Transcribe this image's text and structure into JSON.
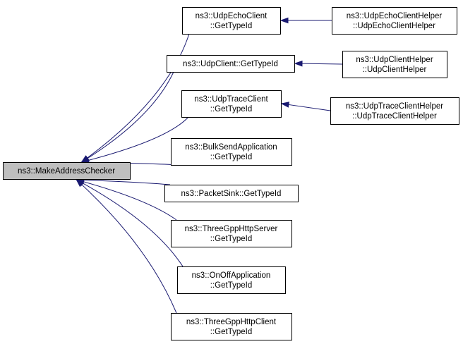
{
  "graph": {
    "title": "",
    "root_id": "make_address_checker",
    "colors": {
      "edge": "#191970",
      "root_fill": "#bfbfbf",
      "node_fill": "#ffffff",
      "node_border": "#000000"
    },
    "nodes": [
      {
        "id": "make_address_checker",
        "lines": [
          "ns3::MakeAddressChecker"
        ],
        "root": true
      },
      {
        "id": "udp_echo_client_gettypeid",
        "lines": [
          "ns3::UdpEchoClient",
          "::GetTypeId"
        ]
      },
      {
        "id": "udp_client_gettypeid",
        "lines": [
          "ns3::UdpClient::GetTypeId"
        ]
      },
      {
        "id": "udp_trace_client_gettypeid",
        "lines": [
          "ns3::UdpTraceClient",
          "::GetTypeId"
        ]
      },
      {
        "id": "bulk_send_application_gettypeid",
        "lines": [
          "ns3::BulkSendApplication",
          "::GetTypeId"
        ]
      },
      {
        "id": "packet_sink_gettypeid",
        "lines": [
          "ns3::PacketSink::GetTypeId"
        ]
      },
      {
        "id": "three_gpp_http_server_gettypeid",
        "lines": [
          "ns3::ThreeGppHttpServer",
          "::GetTypeId"
        ]
      },
      {
        "id": "on_off_application_gettypeid",
        "lines": [
          "ns3::OnOffApplication",
          "::GetTypeId"
        ]
      },
      {
        "id": "three_gpp_http_client_gettypeid",
        "lines": [
          "ns3::ThreeGppHttpClient",
          "::GetTypeId"
        ]
      },
      {
        "id": "udp_echo_client_helper",
        "lines": [
          "ns3::UdpEchoClientHelper",
          "::UdpEchoClientHelper"
        ]
      },
      {
        "id": "udp_client_helper",
        "lines": [
          "ns3::UdpClientHelper",
          "::UdpClientHelper"
        ]
      },
      {
        "id": "udp_trace_client_helper",
        "lines": [
          "ns3::UdpTraceClientHelper",
          "::UdpTraceClientHelper"
        ]
      }
    ],
    "edges": [
      {
        "from": "udp_echo_client_gettypeid",
        "to": "make_address_checker"
      },
      {
        "from": "udp_client_gettypeid",
        "to": "make_address_checker"
      },
      {
        "from": "udp_trace_client_gettypeid",
        "to": "make_address_checker"
      },
      {
        "from": "bulk_send_application_gettypeid",
        "to": "make_address_checker"
      },
      {
        "from": "packet_sink_gettypeid",
        "to": "make_address_checker"
      },
      {
        "from": "three_gpp_http_server_gettypeid",
        "to": "make_address_checker"
      },
      {
        "from": "on_off_application_gettypeid",
        "to": "make_address_checker"
      },
      {
        "from": "three_gpp_http_client_gettypeid",
        "to": "make_address_checker"
      },
      {
        "from": "udp_echo_client_helper",
        "to": "udp_echo_client_gettypeid"
      },
      {
        "from": "udp_client_helper",
        "to": "udp_client_gettypeid"
      },
      {
        "from": "udp_trace_client_helper",
        "to": "udp_trace_client_gettypeid"
      }
    ]
  }
}
